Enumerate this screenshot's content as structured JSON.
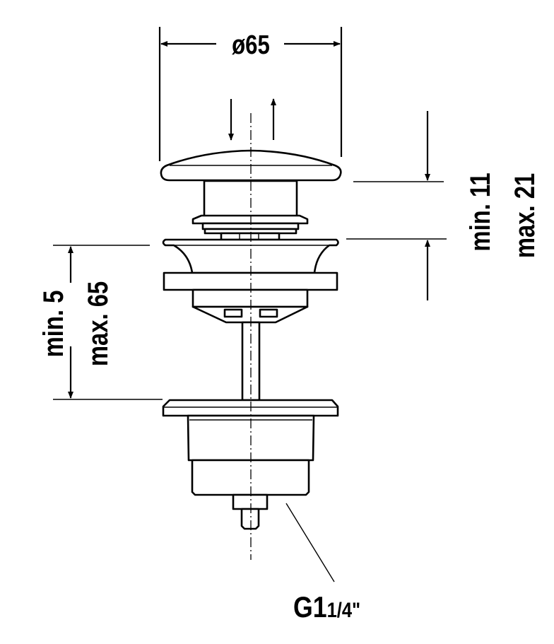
{
  "drawing": {
    "diameter_label": "ø65",
    "right_dimension": {
      "min_label": "min. 11",
      "max_label": "max. 21"
    },
    "left_dimension": {
      "min_label": "min. 5",
      "max_label": "max. 65"
    },
    "thread_label": {
      "main": "G1",
      "fraction": "1/4\""
    }
  },
  "colors": {
    "line": "#000000",
    "background": "#ffffff"
  }
}
